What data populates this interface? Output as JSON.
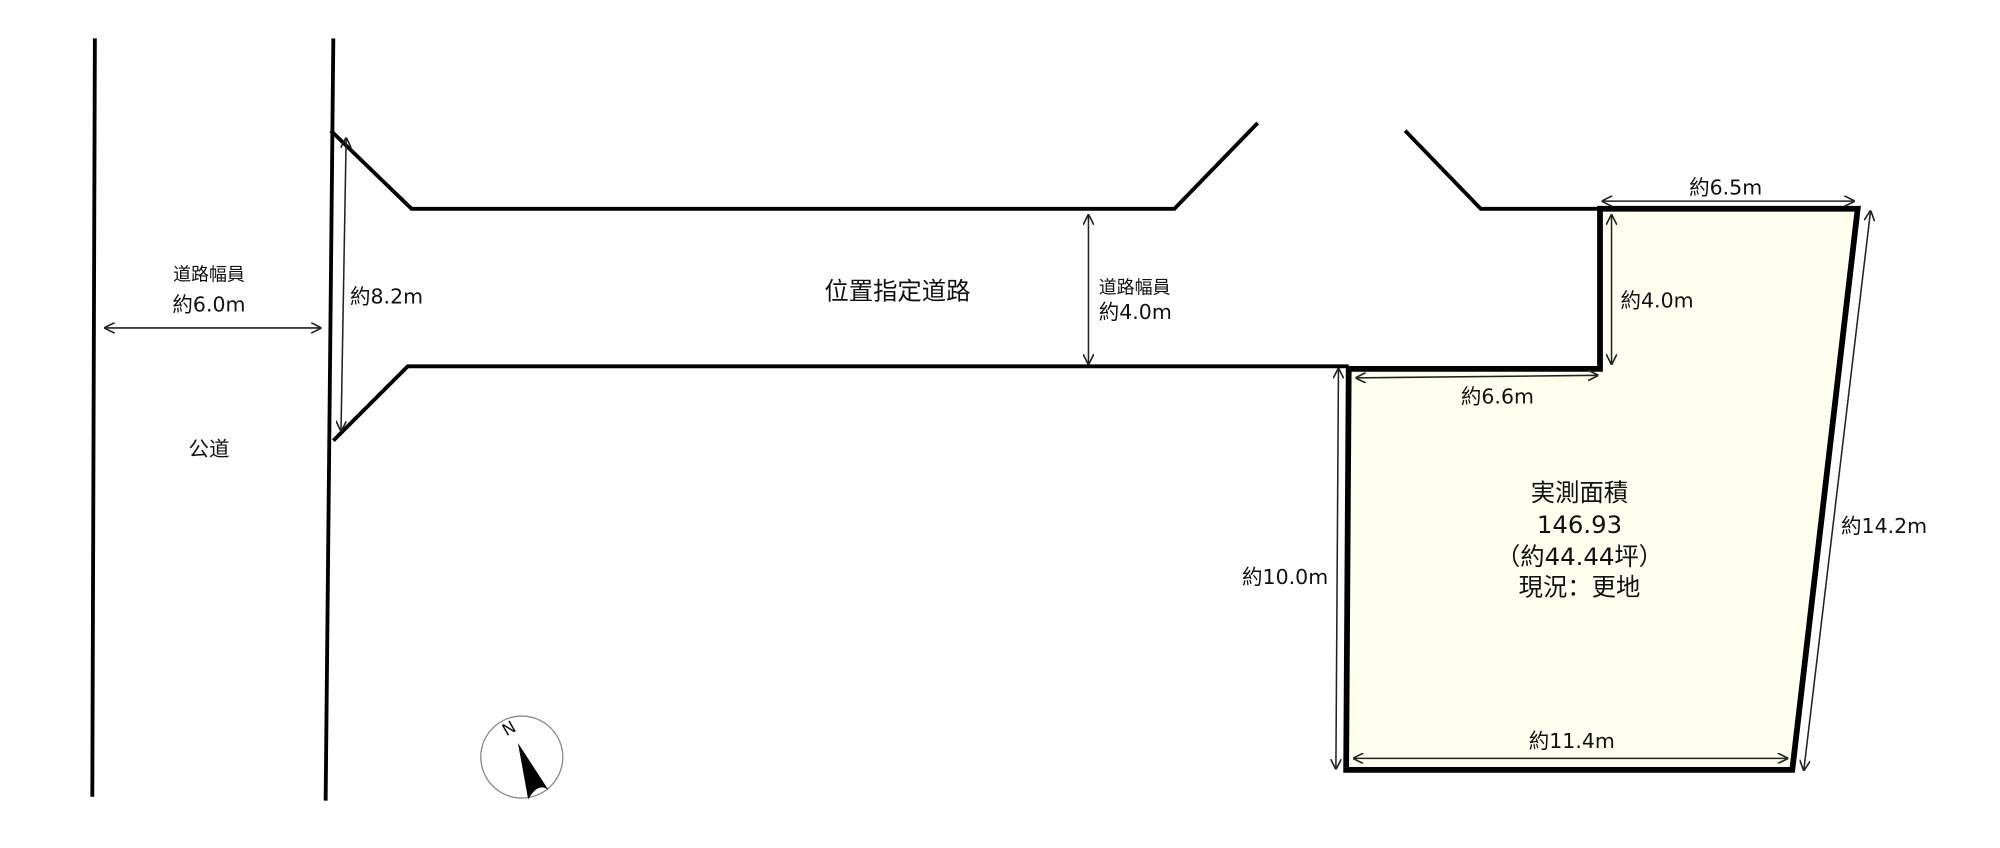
{
  "colors": {
    "background": "#ffffff",
    "line": "#000000",
    "lot_fill": "#fffff0",
    "compass_ring": "#888888"
  },
  "public_road": {
    "name": "公道",
    "width_title": "道路幅員",
    "width_value": "約6.0m"
  },
  "designated_road": {
    "name": "位置指定道路",
    "width_title": "道路幅員",
    "width_value": "約4.0m",
    "entrance_width": "約8.2m"
  },
  "lot": {
    "title": "実測面積",
    "area": "146.93",
    "tsubo": "（約44.44坪）",
    "status": "現況：更地",
    "dimensions": {
      "top": "約6.5m",
      "notch_vertical": "約4.0m",
      "notch_horizontal": "約6.6m",
      "left": "約10.0m",
      "bottom": "約11.4m",
      "right": "約14.2m"
    }
  },
  "compass": {
    "north_label": "N"
  }
}
